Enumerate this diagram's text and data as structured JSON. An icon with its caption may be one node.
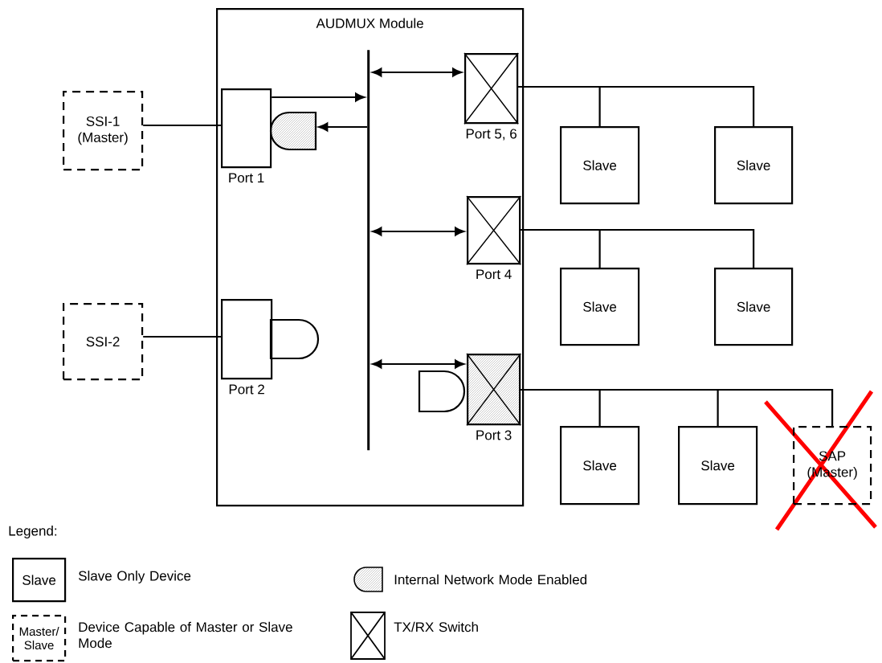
{
  "diagram": {
    "nodes": [
      {
        "text": [
          "AUDMUX Module"
        ]
      },
      {
        "text": [
          "SSI-1 (Master)"
        ]
      },
      {
        "text": [
          "SSI-2"
        ]
      },
      {
        "text": [
          "Port 1"
        ],
        "in": 0
      },
      {
        "text": [],
        "shape": "gate",
        "in": 0
      },
      {
        "text": [
          "Port 2"
        ],
        "in": 0
      },
      {
        "text": [],
        "shape": "gate",
        "in": 0
      },
      {
        "text": [],
        "shape": "bar",
        "in": 0
      },
      {
        "text": [
          "Port 5, 6"
        ],
        "in": 0
      },
      {
        "text": [
          "Port 4"
        ],
        "in": 0
      },
      {
        "text": [],
        "shape": "gate",
        "in": 0
      },
      {
        "text": [
          "Port 3"
        ],
        "in": 0
      },
      {
        "text": [
          "Slave"
        ]
      },
      {
        "text": [
          "Slave"
        ]
      },
      {
        "text": [
          "Slave"
        ]
      },
      {
        "text": [
          "Slave"
        ]
      },
      {
        "text": [
          "Slave"
        ]
      },
      {
        "text": [
          "Slave"
        ]
      },
      {
        "text": [
          "SAP (Master)"
        ]
      }
    ],
    "edges": [
      {
        "from": 1,
        "to": 3,
        "arrow": "none"
      },
      {
        "from": 2,
        "to": 5,
        "arrow": "none"
      },
      {
        "from": 3,
        "to": 7,
        "arrow": "to"
      },
      {
        "from": 7,
        "to": 4,
        "arrow": "to"
      },
      {
        "from": 7,
        "to": 8,
        "arrow": "both"
      },
      {
        "from": 7,
        "to": 9,
        "arrow": "both"
      },
      {
        "from": 7,
        "to": 11,
        "arrow": "both"
      },
      {
        "from": 8,
        "to": 12,
        "arrow": "none"
      },
      {
        "from": 8,
        "to": 13,
        "arrow": "none"
      },
      {
        "from": 9,
        "to": 14,
        "arrow": "none"
      },
      {
        "from": 9,
        "to": 15,
        "arrow": "none"
      },
      {
        "from": 11,
        "to": 16,
        "arrow": "none"
      },
      {
        "from": 11,
        "to": 17,
        "arrow": "none"
      },
      {
        "from": 11,
        "to": 18,
        "arrow": "none"
      }
    ],
    "labels": [
      "Legend:",
      "Slave",
      "Master/ Slave"
    ],
    "legend": [
      {
        "text": "Slave Only Device"
      },
      {
        "text": "Device Capable of Master or Slave Mode"
      },
      {
        "text": "Internal Network Mode Enabled"
      },
      {
        "text": "TX/RX Switch"
      }
    ]
  }
}
